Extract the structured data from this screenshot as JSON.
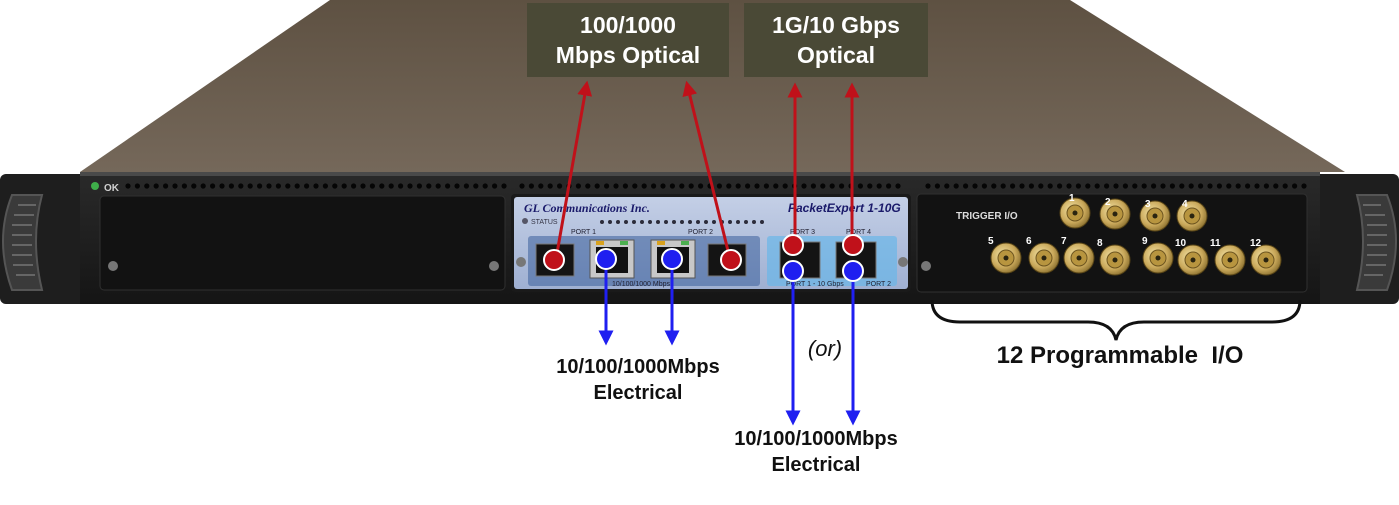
{
  "device": {
    "ok_label": "OK",
    "brand": "GL Communications Inc.",
    "model": "PacketExpert 1-10G",
    "status_label": "STATUS",
    "port_labels": [
      "PORT 1",
      "PORT 2",
      "PORT 3",
      "PORT 4"
    ],
    "left_speed_label": "10/100/1000 Mbps",
    "right_speed_label_a": "PORT 1 - 10 Gbps",
    "right_speed_label_b": "PORT 2",
    "trigger_label": "TRIGGER I/O",
    "connector_numbers": [
      "1",
      "2",
      "3",
      "4",
      "5",
      "6",
      "7",
      "8",
      "9",
      "10",
      "11",
      "12"
    ]
  },
  "callouts": {
    "optical_1000": [
      "100/1000",
      "Mbps Optical"
    ],
    "optical_10g": [
      "1G/10 Gbps",
      "Optical"
    ],
    "electrical_left": [
      "10/100/1000Mbps",
      "Electrical"
    ],
    "electrical_right": [
      "10/100/1000Mbps",
      "Electrical"
    ],
    "or_text": "(or)",
    "programmable_io": "12 Programmable  I/O"
  },
  "colors": {
    "optical_arrow": "#c0111a",
    "electrical_arrow": "#1f1ff0",
    "chassis_top": "#6a5a4b",
    "callout_bg": "#4a4936",
    "panel_blue": "#aebbd6"
  }
}
